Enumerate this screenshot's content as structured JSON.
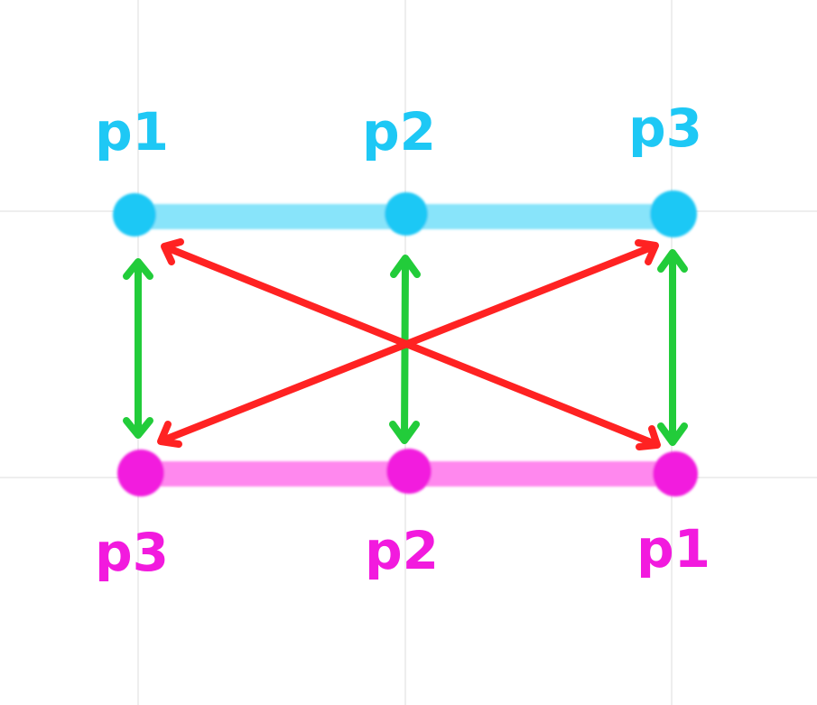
{
  "top_row": {
    "color": "#1EC8F5",
    "line_color": "#88E4FA",
    "labels": [
      "p1",
      "p2",
      "p3"
    ]
  },
  "bottom_row": {
    "color": "#F21ADE",
    "line_color": "#FF88EE",
    "labels": [
      "p3",
      "p2",
      "p1"
    ]
  },
  "vertical_arrow_color": "#22CC3A",
  "cross_arrow_color": "#FF2222",
  "grid_color": "#DDDDDD"
}
